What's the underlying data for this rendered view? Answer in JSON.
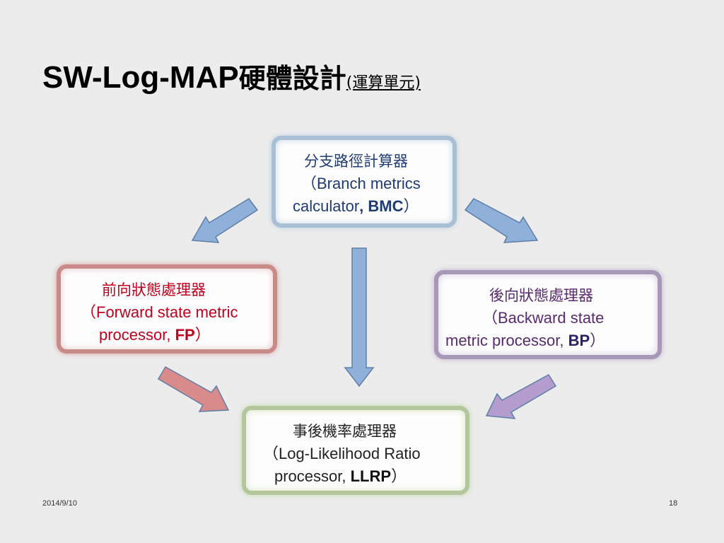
{
  "title": {
    "main": "SW-Log-MAP",
    "zh": "硬體設計",
    "sub": "(運算單元)"
  },
  "nodes": {
    "bmc": {
      "zh": "分支路徑計算器",
      "line1": "（Branch metrics",
      "line2_pre": "calculator",
      "abbr": ", BMC",
      "close": "）"
    },
    "fp": {
      "zh": "前向狀態處理器",
      "line1": "（Forward state metric",
      "line2_pre": "processor, ",
      "abbr": "FP",
      "close": "）"
    },
    "bp": {
      "zh": "後向狀態處理器",
      "line1": "（Backward state",
      "line2_pre": "metric processor, ",
      "abbr": "BP",
      "close": "）"
    },
    "llrp": {
      "zh": "事後機率處理器",
      "line1": "（Log-Likelihood Ratio",
      "line2_pre": "processor, ",
      "abbr": "LLRP",
      "close": "）"
    }
  },
  "edges": [
    {
      "from": "bmc",
      "to": "fp",
      "color": "#8fb0d8"
    },
    {
      "from": "bmc",
      "to": "bp",
      "color": "#8fb0d8"
    },
    {
      "from": "bmc",
      "to": "llrp",
      "color": "#8fb0d8"
    },
    {
      "from": "fp",
      "to": "llrp",
      "color": "#d98a8a"
    },
    {
      "from": "bp",
      "to": "llrp",
      "color": "#b59ccf"
    }
  ],
  "footer": {
    "date": "2014/9/10",
    "page": "18"
  }
}
